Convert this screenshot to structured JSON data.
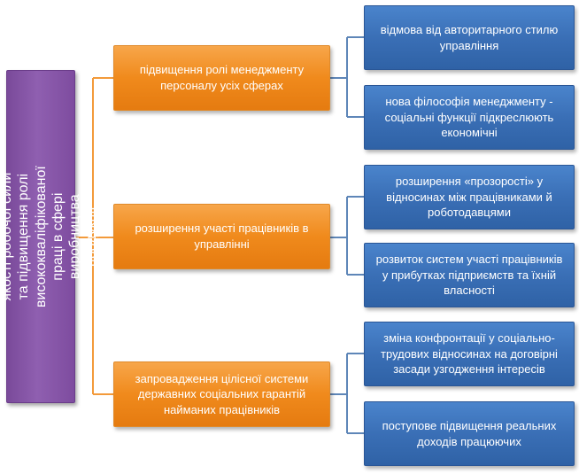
{
  "root": {
    "label": "формування нової якості робочої сили та підвищення ролі висококваліфікованої праці в сфері виробництва продукції"
  },
  "branches": [
    {
      "label": "підвищення ролі менеджменту персоналу усіх сферах",
      "children": [
        "відмова від авторитарного стилю управління",
        "нова філософія менеджменту - соціальні функції підкреслюють економічні"
      ]
    },
    {
      "label": "розширення участі працівників в управлінні",
      "children": [
        "розширення «прозорості» у відносинах між працівниками й роботодавцями",
        "розвиток систем участі працівників у прибутках підприємств та їхній власності"
      ]
    },
    {
      "label": "запровадження цілісної системи державних соціальних гарантій найманих працівників",
      "children": [
        "зміна конфронтації у соціально-трудових відносинах на договірні засади узгодження інтересів",
        "поступове підвищення реальних доходів працюючих"
      ]
    }
  ],
  "colors": {
    "root": "#8a5aab",
    "branch": "#f08a1c",
    "leaf": "#3a6fb6",
    "connector_left": "#f39a3a",
    "connector_right": "#5e86b8"
  }
}
